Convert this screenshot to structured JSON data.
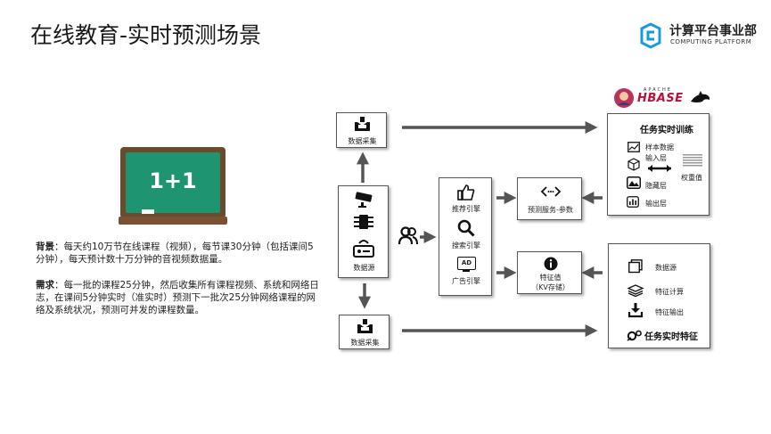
{
  "page": {
    "title": "在线教育-实时预测场景"
  },
  "brand": {
    "name": "计算平台事业部",
    "subtitle": "COMPUTING PLATFORM"
  },
  "hbase": {
    "apache": "APACHE",
    "name": "HBASE"
  },
  "board": {
    "text": "1+1"
  },
  "background": {
    "label": "背景",
    "text": "：每天约10万节在线课程（视频），每节课30分钟（包括课间5分钟），每天预计数十万分钟的音视频数据量。"
  },
  "requirement": {
    "label": "需求",
    "text": "：每一批的课程25分钟，然后收集所有课程视频、系统和网络日志，在课间5分钟实时（准实时）预测下一批次25分钟网络课程的网络及系统状况，预测可并发的课程数量。"
  },
  "diagram": {
    "collect_top": "数据采集",
    "collect_bottom": "数据采集",
    "data_source": "数据源",
    "engines": [
      {
        "label": "推荐引擎",
        "icon": "thumbs-up-icon"
      },
      {
        "label": "搜索引擎",
        "icon": "search-icon"
      },
      {
        "label": "广告引擎",
        "icon": "ad-icon"
      }
    ],
    "ad_badge": "AD",
    "predict_service": "预测服务-参数",
    "feature_value": {
      "line1": "特征值",
      "line2": "（KV存储）"
    },
    "training": {
      "title": "任务实时训练",
      "sample": "样本数据",
      "input": "输入层",
      "hidden": "隐藏层",
      "output": "输出层",
      "weights": "权重值"
    },
    "feature": {
      "title": "任务实时特征",
      "source": "数据源",
      "compute": "特征计算",
      "output": "特征输出"
    }
  },
  "colors": {
    "board_green": "#1f9470",
    "board_frame": "#6b4a2e",
    "line": "#555555",
    "brand_blue": "#1a9bd7"
  }
}
